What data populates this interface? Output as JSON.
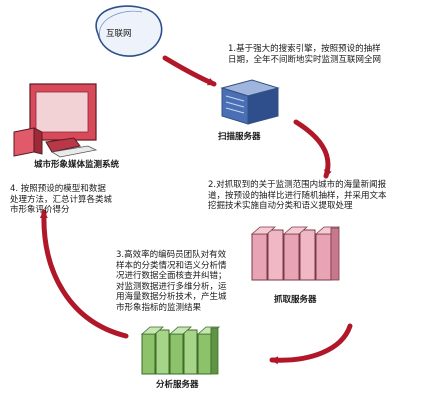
{
  "nodes": {
    "internet": "互联网",
    "scan_server": "扫描服务器",
    "fetch_server": "抓取服务器",
    "analysis_server": "分析服务器",
    "monitor_system": "城市形象媒体监测系统"
  },
  "steps": {
    "s1": [
      "1.基于强大的搜索引擎，按照预设的抽样",
      "日期，全年不间断地实时监测互联网全网"
    ],
    "s2": [
      "2.对抓取到的关于监测范围内城市的海量新闻报",
      "道，按预设的抽样比进行随机抽样，并采用文本",
      "挖掘技术实施自动分类和语义提取处理"
    ],
    "s3": [
      "3.高效率的编码员团队对有效",
      "样本的分类情况和语义分析情",
      "况进行数据全面核查并纠错；",
      "对监测数据进行多维分析，运",
      "用海量数据分析技术，产生城",
      "市形象指标的监测结果"
    ],
    "s4": [
      "4. 按照预设的模型和数据",
      "处理方法，汇总计算各类城",
      "市形象评价得分"
    ]
  },
  "colors": {
    "arrow": "#b0182a",
    "server_blue": "#4a6fb5",
    "server_pink": "#e8a4b4",
    "server_green": "#8bc26a",
    "monitor_red": "#e05a6a"
  },
  "icons": [
    "internet-cloud-icon",
    "scan-server-icon",
    "fetch-server-icon",
    "analysis-server-icon",
    "monitor-computer-icon"
  ]
}
